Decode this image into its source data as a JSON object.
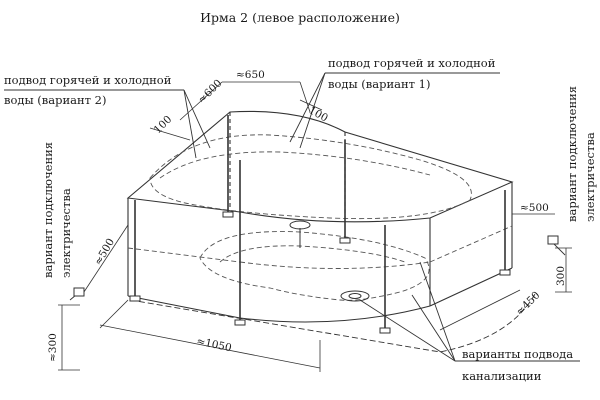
{
  "title": "Ирма 2 (левое расположение)",
  "labels": {
    "water_v2_line1": "подвод горячей и холодной",
    "water_v2_line2": "воды (вариант 2)",
    "water_v1_line1": "подвод горячей и холодной",
    "water_v1_line2": "воды (вариант 1)",
    "elec_right_line1": "вариант подключения",
    "elec_right_line2": "электричества",
    "elec_left_line1": "вариант подключения",
    "elec_left_line2": "электричества",
    "drain_line1": "варианты подвода",
    "drain_line2": "канализации"
  },
  "dimensions": {
    "d600": "≈600",
    "d650": "≈650",
    "d100_left": "100",
    "d100_right": "100",
    "d500_right": "≈500",
    "d500_left": "≈500",
    "d300_right": "300",
    "d450": "≈450",
    "d1050": "≈1050",
    "d300_left": "≈300"
  },
  "colors": {
    "line": "#333333",
    "dash": "#555555",
    "text": "#1a1a1a"
  }
}
